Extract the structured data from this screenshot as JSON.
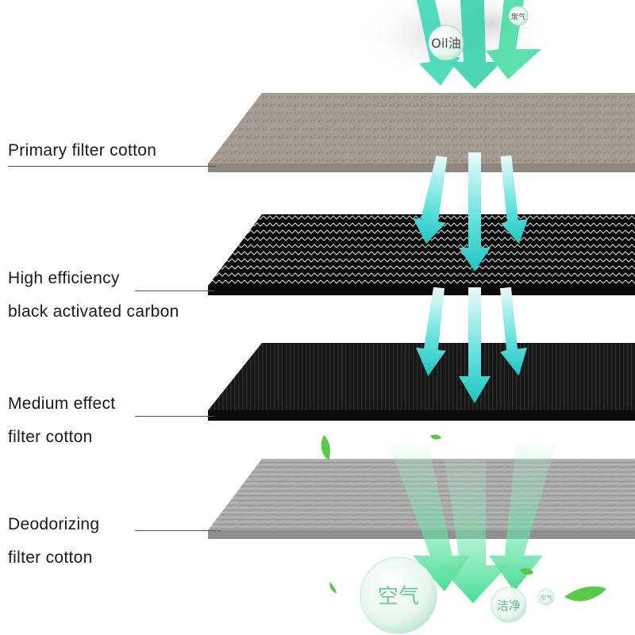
{
  "labels": {
    "primary": {
      "line1": "Primary filter cotton"
    },
    "carbon": {
      "line1": "High efficiency",
      "line2": "black activated carbon"
    },
    "medium": {
      "line1": "Medium effect",
      "line2": "filter cotton"
    },
    "deodorizing": {
      "line1": "Deodorizing",
      "line2": "filter cotton"
    }
  },
  "bubbles": {
    "oil": "Oil油",
    "waste_gas": "废气",
    "air": "空气",
    "clean": "洁净",
    "air_small": "空气"
  },
  "colors": {
    "arrow_teal": "#2fd6d0",
    "arrow_green": "#3fd88a",
    "leaf_green": "#5cc84a",
    "carbon_black": "#111111",
    "primary_grey": "#9e958c",
    "deodorizing_grey": "#a8a8a8"
  },
  "icons": [
    "leaf-icon",
    "down-arrow-icon",
    "bubble-icon"
  ]
}
